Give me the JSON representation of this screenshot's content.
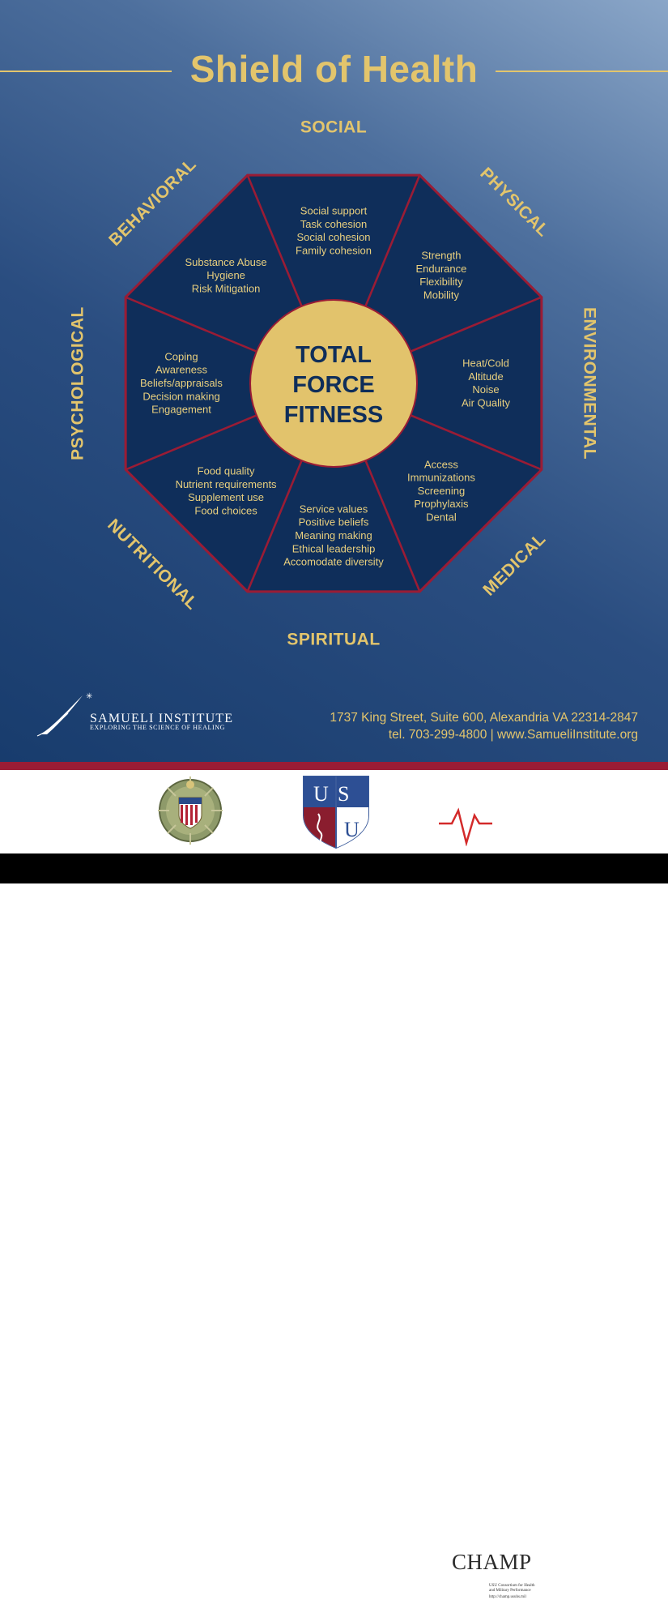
{
  "title": "Shield of Health",
  "center": {
    "lines": [
      "TOTAL",
      "FORCE",
      "FITNESS"
    ]
  },
  "sectors": [
    {
      "name": "SOCIAL",
      "items": [
        "Social support",
        "Task cohesion",
        "Social cohesion",
        "Family cohesion"
      ]
    },
    {
      "name": "PHYSICAL",
      "items": [
        "Strength",
        "Endurance",
        "Flexibility",
        "Mobility"
      ]
    },
    {
      "name": "ENVIRONMENTAL",
      "items": [
        "Heat/Cold",
        "Altitude",
        "Noise",
        "Air Quality"
      ]
    },
    {
      "name": "MEDICAL",
      "items": [
        "Access",
        "Immunizations",
        "Screening",
        "Prophylaxis",
        "Dental"
      ]
    },
    {
      "name": "SPIRITUAL",
      "items": [
        "Service values",
        "Positive beliefs",
        "Meaning making",
        "Ethical leadership",
        "Accomodate diversity"
      ]
    },
    {
      "name": "NUTRITIONAL",
      "items": [
        "Food quality",
        "Nutrient requirements",
        "Supplement use",
        "Food choices"
      ]
    },
    {
      "name": "PSYCHOLOGICAL",
      "items": [
        "Coping",
        "Awareness",
        "Beliefs/appraisals",
        "Decision making",
        "Engagement"
      ]
    },
    {
      "name": "BEHAVIORAL",
      "items": [
        "Substance Abuse",
        "Hygiene",
        "Risk Mitigation"
      ]
    }
  ],
  "institute": {
    "name": "SAMUELI INSTITUTE",
    "tagline": "EXPLORING THE SCIENCE OF HEALING"
  },
  "address": {
    "line1": "1737 King Street, Suite 600, Alexandria VA 22314-2847",
    "line2": "tel. 703-299-4800 | www.SamueliInstitute.org"
  },
  "champ": {
    "title": "CHAMP",
    "subtitle": "USU Consortium for Health and Military Performance",
    "url": "http://champ.usuhs.mil"
  },
  "usu_letters": [
    "U",
    "S",
    "U"
  ],
  "colors": {
    "gold": "#e3c56c",
    "navy": "#0f2e5a",
    "octagon_stroke": "#9a1c35",
    "sector_fill": "#0f2e5a",
    "center_fill": "#e2c36c"
  },
  "icons": [
    "samueli-swoosh-icon",
    "joint-chiefs-seal-icon",
    "usu-shield-icon",
    "champ-heartbeat-icon"
  ]
}
